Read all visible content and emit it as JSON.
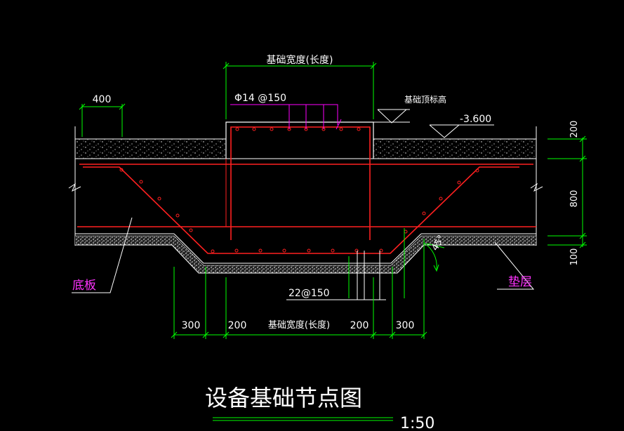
{
  "title": "设备基础节点图",
  "scale": "1:50",
  "colors": {
    "background": "#000000",
    "dimension": "#00ff00",
    "outline": "#ffffff",
    "rebar": "#ff2020",
    "leader": "#ff00ff",
    "text": "#ffffff",
    "label_magenta": "#ff33ff"
  },
  "labels": {
    "top_width": "基础宽度(长度)",
    "rebar_top": "Φ14 @150",
    "top_elevation": "基础顶标高",
    "elevation": "-3.600",
    "dim_400": "400",
    "dim_200": "200",
    "dim_800": "800",
    "dim_100": "100",
    "bottom_rebar": "22@150",
    "dim_300_left": "300",
    "dim_200_left": "200",
    "bottom_width": "基础宽度(长度)",
    "dim_200_right": "200",
    "dim_300_right": "300",
    "angle": "45°",
    "base_slab": "底板",
    "cushion": "垫层"
  }
}
